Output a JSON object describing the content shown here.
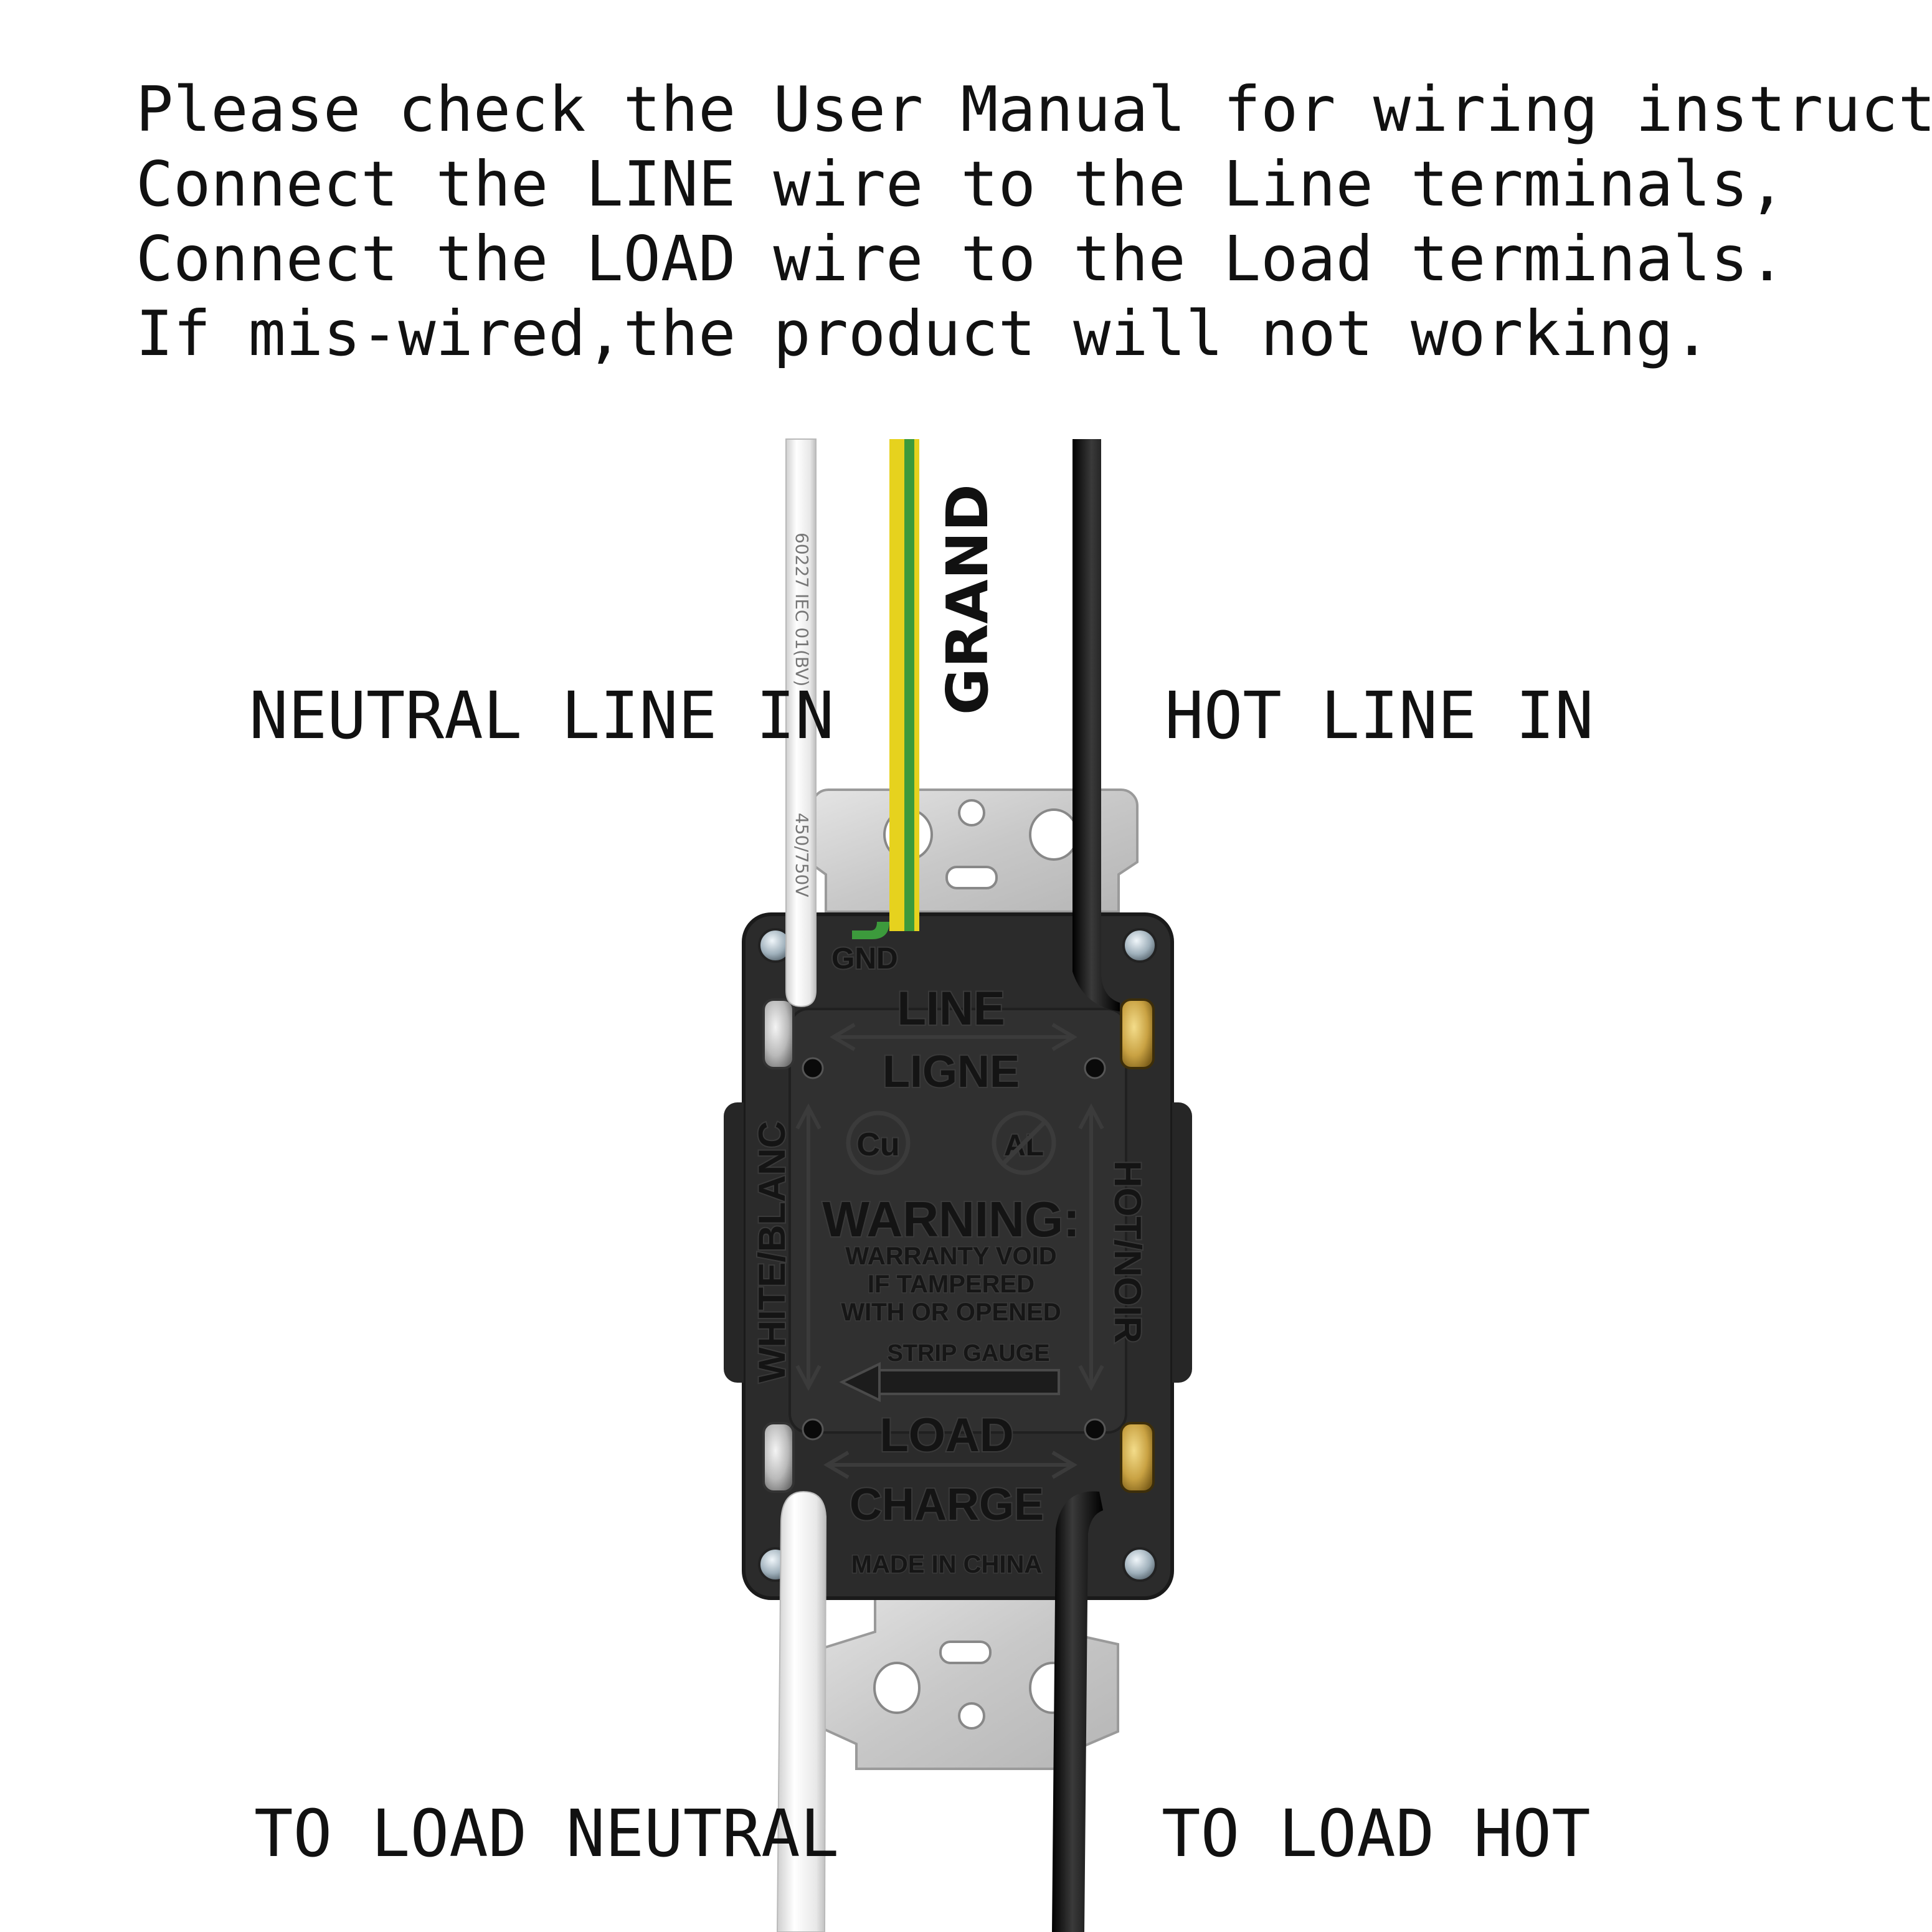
{
  "instructions": [
    "Please check the User Manual for wiring instruction.",
    "Connect the LINE wire to the Line terminals,",
    "Connect the LOAD wire to the Load terminals.",
    "If mis-wired,the product will not working."
  ],
  "wire_labels": {
    "neutral_line_in": "NEUTRAL LINE IN",
    "hot_line_in": "HOT LINE IN",
    "ground": "GRAND",
    "to_load_neutral": "TO LOAD NEUTRAL",
    "to_load_hot": "TO LOAD HOT"
  },
  "wire_print": {
    "spec": "60227 IEC 01(BV)",
    "voltage": "450/750V"
  },
  "device": {
    "gnd": "GND",
    "line": "LINE",
    "ligne": "LIGNE",
    "cu": "Cu",
    "al": "AL",
    "white_blanc": "WHITE/BLANC",
    "hot_noir": "HOT/NOIR",
    "warning": "WARNING:",
    "warning_lines": [
      "WARRANTY VOID",
      "IF TAMPERED",
      "WITH OR OPENED"
    ],
    "strip_gauge": "STRIP GAUGE",
    "load": "LOAD",
    "charge": "CHARGE",
    "made_in": "MADE IN CHINA"
  },
  "colors": {
    "housing": "#2b2b2b",
    "white_wire": "#f2f2f2",
    "ground_green": "#3c9a3c",
    "ground_yellow": "#e6d21e",
    "hot_wire": "#0d0d0d",
    "strap": "#d4d4d4"
  }
}
